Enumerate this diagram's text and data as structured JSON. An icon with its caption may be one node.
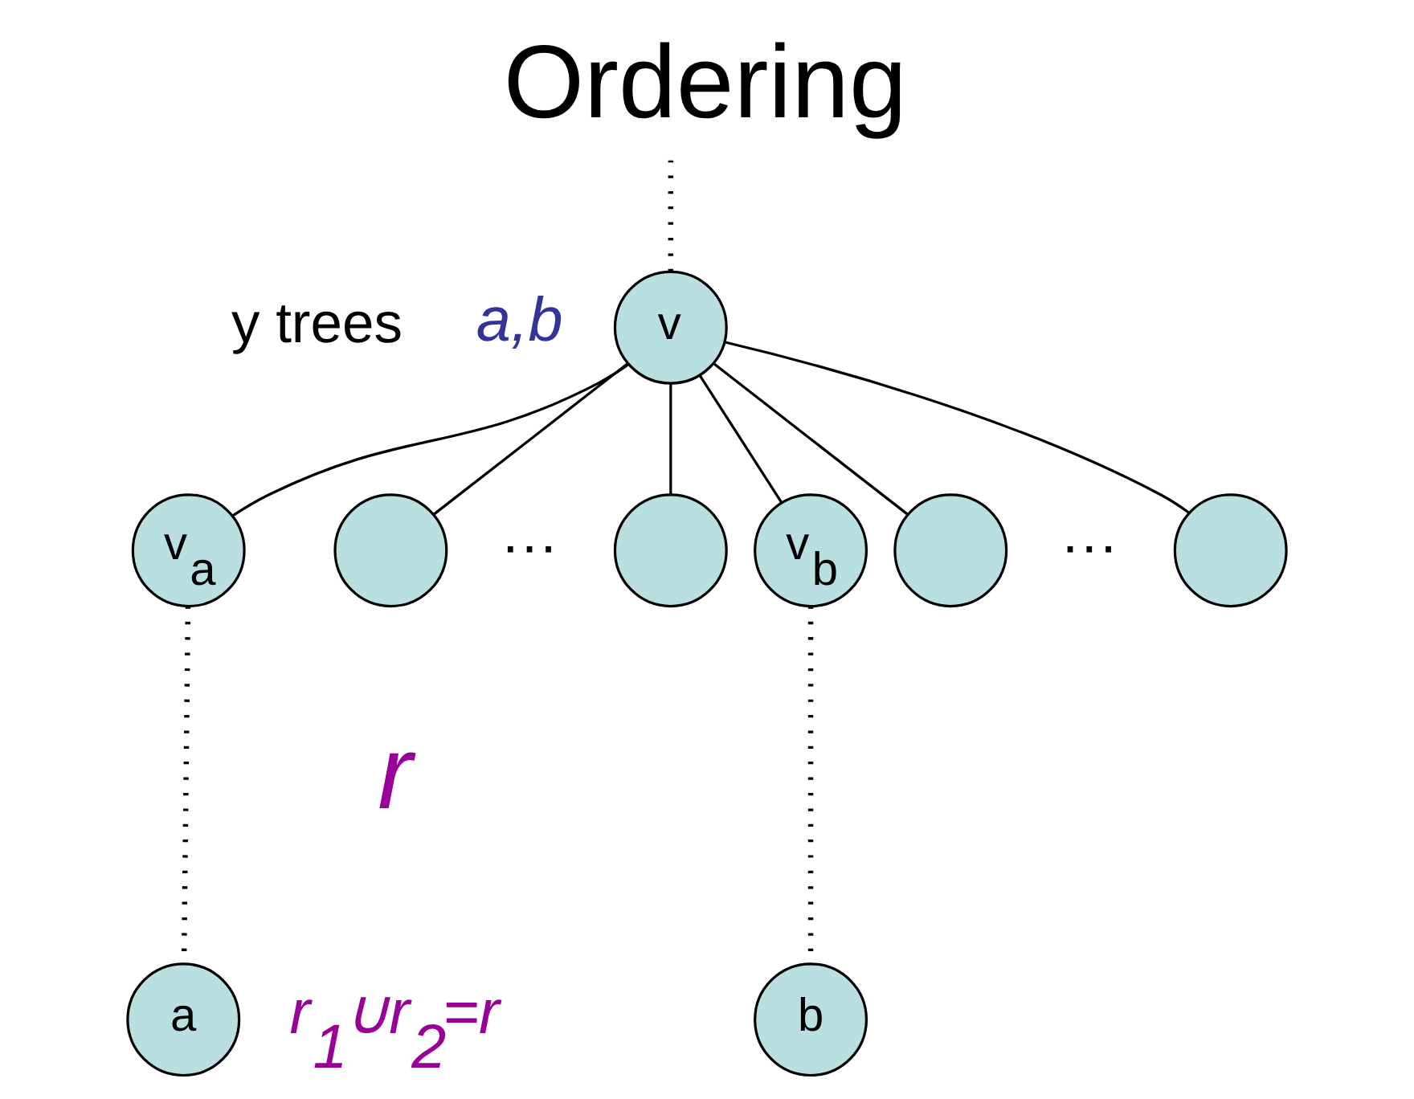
{
  "diagram": {
    "title": "Ordering",
    "nodes": [
      {
        "text": [
          "v"
        ]
      },
      {
        "text": [
          "v$_{a}$"
        ]
      },
      {
        "text": [],
        "shape": "circle"
      },
      {
        "text": [],
        "shape": "circle"
      },
      {
        "text": [
          "v$_{b}$"
        ]
      },
      {
        "text": [],
        "shape": "circle"
      },
      {
        "text": [],
        "shape": "circle"
      },
      {
        "text": [
          "a"
        ]
      },
      {
        "text": [
          "b"
        ]
      }
    ],
    "edges": [
      {
        "from": 0,
        "to": null,
        "arrow": "none",
        "style": "dashed"
      },
      {
        "from": 0,
        "to": 1,
        "arrow": "none"
      },
      {
        "from": 0,
        "to": 2,
        "arrow": "none"
      },
      {
        "from": 0,
        "to": 3,
        "arrow": "none"
      },
      {
        "from": 0,
        "to": 4,
        "arrow": "none"
      },
      {
        "from": 0,
        "to": 5,
        "arrow": "none"
      },
      {
        "from": 0,
        "to": 6,
        "arrow": "none"
      },
      {
        "from": 1,
        "to": 7,
        "arrow": "none",
        "style": "dashed"
      },
      {
        "from": 4,
        "to": 8,
        "arrow": "none",
        "style": "dashed"
      }
    ],
    "labels": [
      "y trees",
      "a,b",
      "···",
      "···",
      "r",
      "r$_{1}$∪r$_{2}$=r"
    ]
  }
}
